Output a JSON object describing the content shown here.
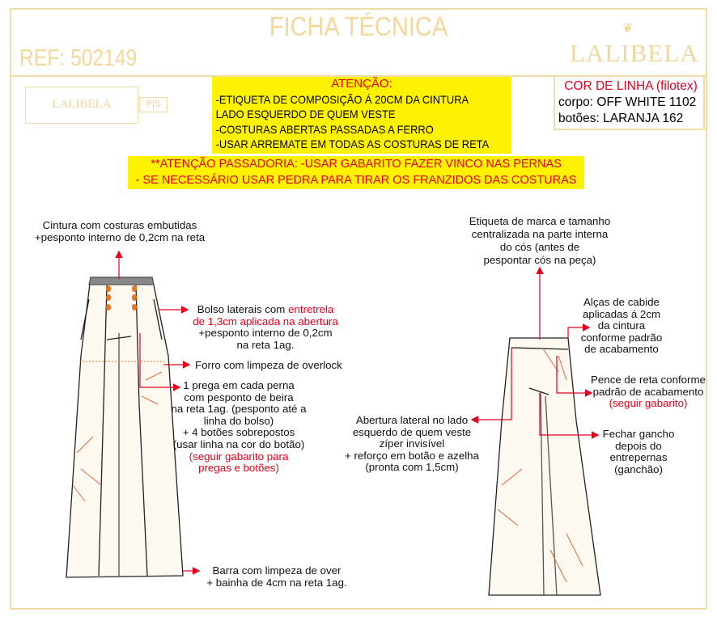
{
  "header": {
    "title": "FICHA TÉCNICA",
    "ref": "REF: 502149",
    "brand": "LALIBELA",
    "label_brand": "LALIBELA",
    "label_sizes": "P|S"
  },
  "attention": {
    "title": "ATENÇÃO:",
    "lines": [
      "-ETIQUETA DE COMPOSIÇÃO Á 20CM DA CINTURA",
      "LADO ESQUERDO DE QUEM VESTE",
      "-COSTURAS ABERTAS PASSADAS A FERRO",
      "-USAR ARREMATE EM TODAS AS COSTURAS DE RETA"
    ]
  },
  "ironing": {
    "lines": [
      "**ATENÇÃO PASSADORIA: -USAR GABARITO FAZER VINCO NAS PERNAS",
      "- SE NECESSÁRIO USAR PEDRA PARA TIRAR OS FRANZIDOS DAS COSTURAS"
    ]
  },
  "thread": {
    "title": "COR DE LINHA (filotex)",
    "body": "corpo: OFF WHITE 1102",
    "buttons": "botões: LARANJA 162"
  },
  "front_notes": {
    "waist": [
      "Cintura com costuras embutidas",
      "+pesponto interno de 0,2cm na reta"
    ],
    "pocket": {
      "a": "Bolso laterais com ",
      "a_red": "entretrela",
      "b_red": "de 1,3cm aplicada na abertura",
      "c": "+pesponto interno de 0,2cm",
      "d": "na reta 1ag."
    },
    "lining": "Forro com limpeza de overlock",
    "pleat": [
      "1 prega em cada perna",
      "com pesponto de beira",
      "na reta 1ag. (pesponto até a",
      "linha do bolso)",
      "+ 4 botões sobrepostos",
      "(usar linha na cor do botão)"
    ],
    "pleat_red": [
      "(seguir gabarito para",
      "pregas e botões)"
    ],
    "hem": [
      "Barra com limpeza de over",
      "+ bainha de 4cm na reta 1ag."
    ]
  },
  "back_notes": {
    "label": [
      "Etiqueta de marca e tamanho",
      "centralizada na parte interna",
      "do cós (antes de",
      "pespontar cós na peça)"
    ],
    "loops": [
      "Alças de cabide",
      "aplicadas á 2cm",
      "da cintura",
      "conforme padrão",
      "de acabamento"
    ],
    "dart": [
      "Pence de reta conforme",
      "padrão de acabamento"
    ],
    "dart_red": "(seguir gabarito)",
    "opening": [
      "Abertura lateral no lado",
      "esquerdo de quem veste",
      "zíper invisível",
      "+ reforço em botão e azelha",
      "(pronta com 1,5cm)"
    ],
    "crotch": [
      "Fechar gancho",
      "depois do",
      "entrepernas",
      "(ganchão)"
    ]
  },
  "colors": {
    "gold": "#f3d89a",
    "red": "#e8001c",
    "yellow": "#fff200",
    "button": "#e8741c"
  }
}
